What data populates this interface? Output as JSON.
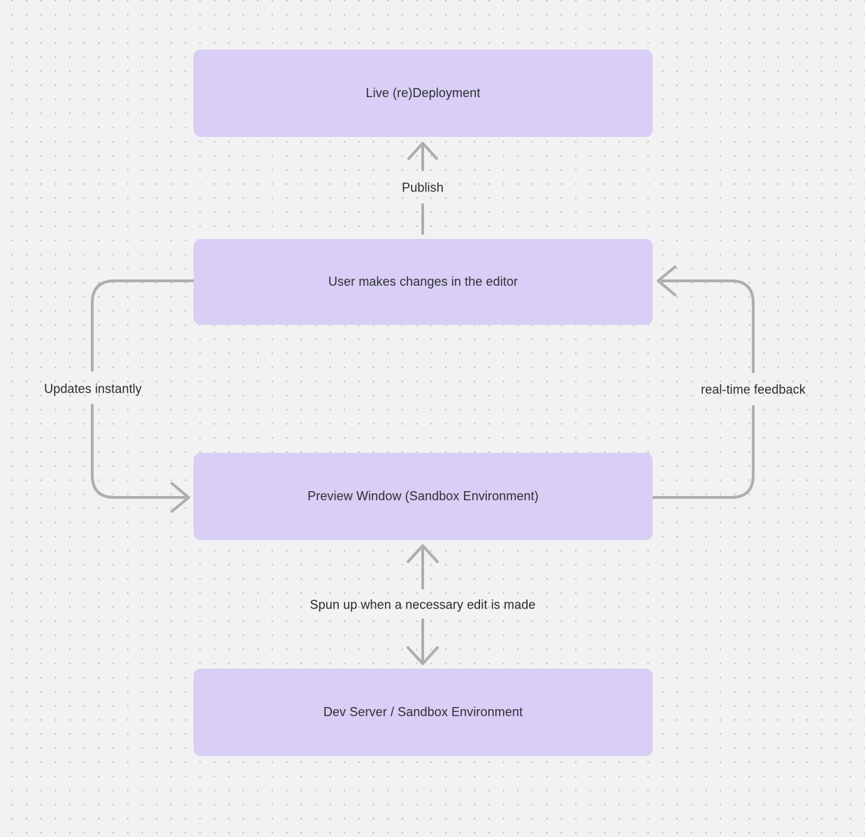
{
  "canvas": {
    "background_color": "#f2f2f2",
    "dot_color": "#c7c7c7",
    "node_fill_color": "#d8cef6",
    "node_text_color": "#2f2f33",
    "arrow_color": "#aeaeae",
    "edge_label_color": "#2b2b2b"
  },
  "nodes": [
    {
      "id": "live-redeployment",
      "label": "Live (re)Deployment"
    },
    {
      "id": "user-changes",
      "label": "User makes changes in the editor"
    },
    {
      "id": "preview-window",
      "label": "Preview Window (Sandbox Environment)"
    },
    {
      "id": "dev-server",
      "label": "Dev Server / Sandbox Environment"
    }
  ],
  "edges": [
    {
      "id": "publish",
      "label": "Publish",
      "from": "user-changes",
      "to": "live-redeployment",
      "direction": "up"
    },
    {
      "id": "updates-instantly",
      "label": "Updates instantly",
      "from": "user-changes",
      "to": "preview-window",
      "direction": "left-loop-down"
    },
    {
      "id": "real-time-feedback",
      "label": "real-time feedback",
      "from": "preview-window",
      "to": "user-changes",
      "direction": "right-loop-up"
    },
    {
      "id": "spun-up",
      "label": "Spun up when a necessary edit is made",
      "from": "preview-window",
      "to": "dev-server",
      "direction": "bidirectional-vertical"
    }
  ]
}
